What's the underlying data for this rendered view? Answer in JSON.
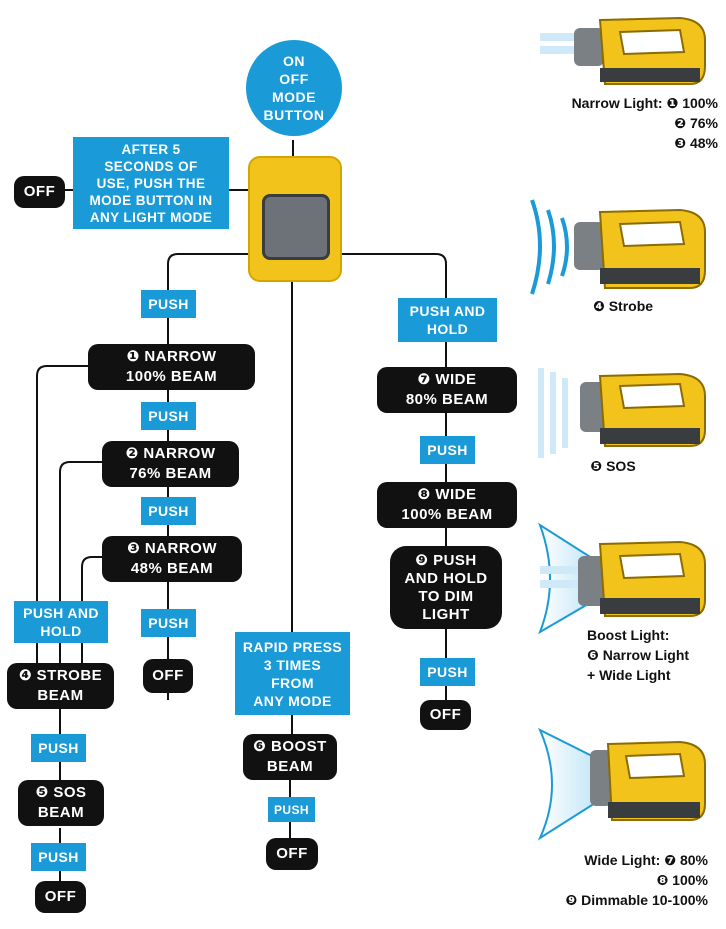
{
  "power_button": {
    "line1": "ON",
    "line2": "OFF",
    "line3": "MODE",
    "line4": "BUTTON"
  },
  "after5": {
    "line1": "AFTER 5",
    "line2": "SECONDS OF",
    "line3": "USE, PUSH THE",
    "line4": "MODE BUTTON IN",
    "line5": "ANY LIGHT MODE"
  },
  "off_label": "OFF",
  "push_label": "PUSH",
  "push_and_hold": {
    "line1": "PUSH AND",
    "line2": "HOLD"
  },
  "rapid": {
    "line1": "RAPID PRESS",
    "line2": "3 TIMES",
    "line3": "FROM",
    "line4": "ANY MODE"
  },
  "modes": {
    "narrow100": {
      "line1": "❶ NARROW",
      "line2": "100% BEAM"
    },
    "narrow76": {
      "line1": "❷ NARROW",
      "line2": "76% BEAM"
    },
    "narrow48": {
      "line1": "❸ NARROW",
      "line2": "48% BEAM"
    },
    "strobe": {
      "line1": "❹ STROBE",
      "line2": "BEAM"
    },
    "sos": {
      "line1": "❺ SOS",
      "line2": "BEAM"
    },
    "boost": {
      "line1": "❻ BOOST",
      "line2": "BEAM"
    },
    "wide80": {
      "line1": "❼ WIDE",
      "line2": "80% BEAM"
    },
    "wide100": {
      "line1": "❽ WIDE",
      "line2": "100% BEAM"
    },
    "dim": {
      "line1": "❾ PUSH",
      "line2": "AND HOLD",
      "line3": "TO DIM",
      "line4": "LIGHT"
    }
  },
  "legend": {
    "narrow": {
      "line1": "Narrow Light: ❶ 100%",
      "line2": "❷ 76%",
      "line3": "❸ 48%"
    },
    "strobe": "❹ Strobe",
    "sos": "❺ SOS",
    "boost": {
      "line1": "Boost Light:",
      "line2": "❻ Narrow Light",
      "line3": "+ Wide Light"
    },
    "wide": {
      "line1": "Wide Light: ❼ 80%",
      "line2": "❽ 100%",
      "line3": "❾ Dimmable 10-100%"
    }
  },
  "colors": {
    "blue": "#1a9ad6",
    "dark": "#111111",
    "yellow": "#f2c31b",
    "gray": "#6d7278"
  }
}
